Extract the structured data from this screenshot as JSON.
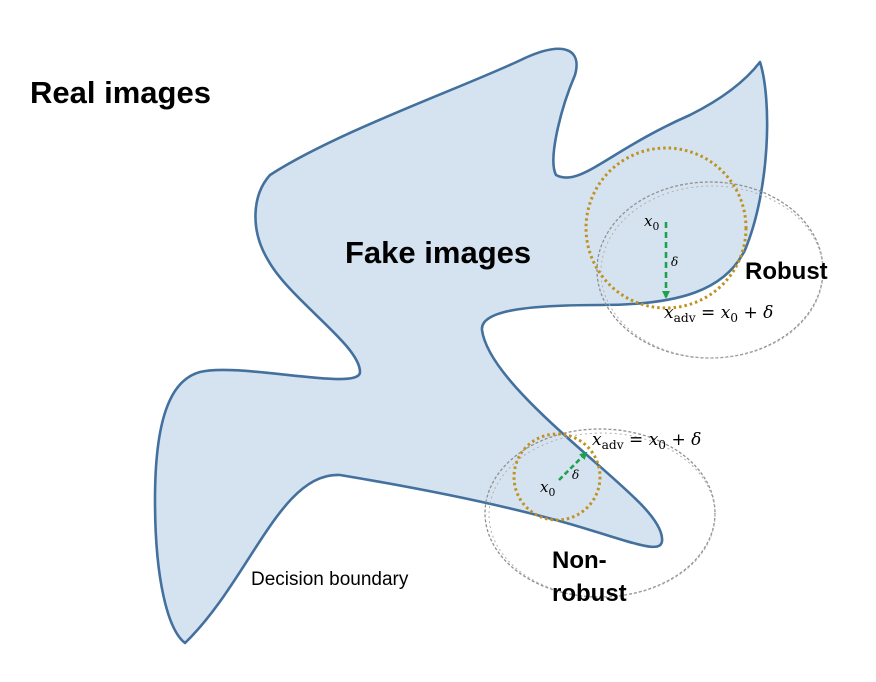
{
  "labels": {
    "real_images": "Real images",
    "fake_images": "Fake images",
    "robust": "Robust",
    "non_robust_line1": "Non-",
    "non_robust_line2": "robust",
    "decision_boundary": "Decision boundary"
  },
  "math": {
    "x0_var": "x",
    "x0_sub": "0",
    "delta": "δ",
    "adv_var": "x",
    "adv_sub": "adv",
    "equals": " = ",
    "plus": " + "
  },
  "colors": {
    "region_fill": "#d5e3f1",
    "region_stroke": "#43709c",
    "ball_stroke": "#bf9220",
    "perturbation_arrow": "#1fa24c",
    "outer_ball_stroke": "#909090"
  }
}
